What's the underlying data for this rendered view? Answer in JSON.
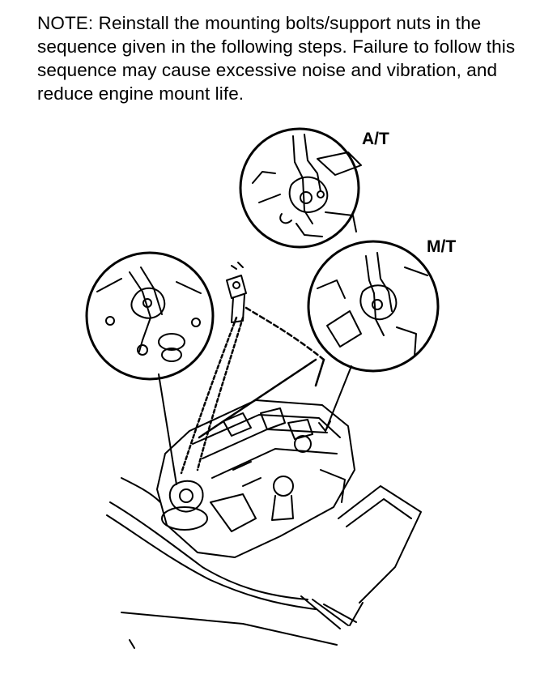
{
  "note": {
    "text": "NOTE: Reinstall the mounting bolts/support nuts in the sequence given in the following steps. Failure to follow this sequence may cause excessive noise and vibration, and reduce engine mount life."
  },
  "labels": {
    "at": "A/T",
    "mt": "M/T"
  },
  "colors": {
    "ink": "#000000",
    "paper": "#ffffff"
  }
}
